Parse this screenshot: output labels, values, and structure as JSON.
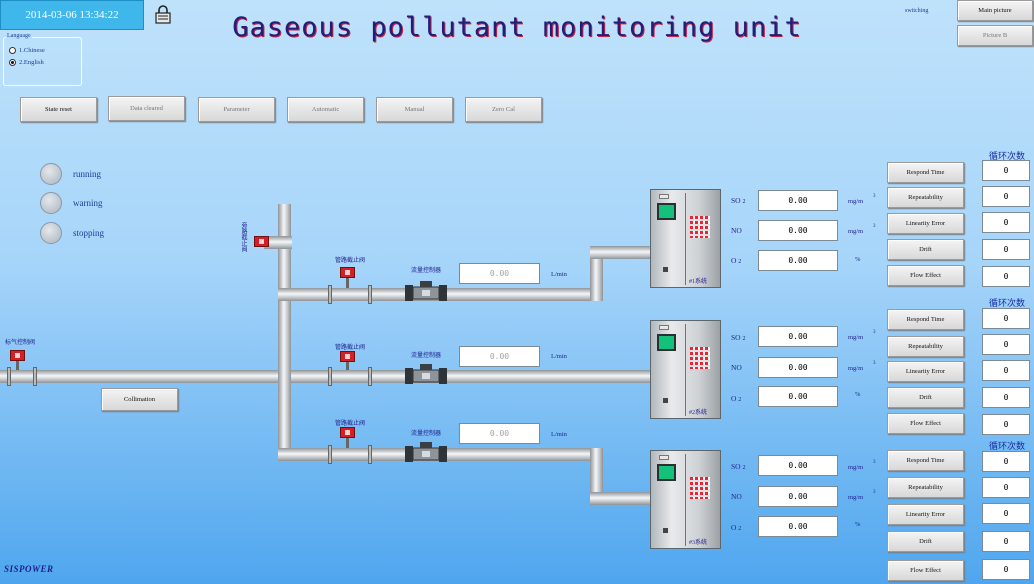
{
  "header": {
    "datetime": "2014-03-06 13:34:22",
    "title": "Gaseous pollutant monitoring unit",
    "switching_label": "switching",
    "main_picture_button": "Main picture",
    "picture_b_button": "Picture B"
  },
  "language": {
    "legend": "Language",
    "options": [
      "1.Chinese",
      "2.English"
    ],
    "selected": "2.English"
  },
  "toolbar": {
    "state_reset": "State reset",
    "data_cleared": "Data cleared",
    "parameter": "Parameter",
    "automatic": "Automatic",
    "manual": "Manual",
    "zero_cal": "Zero Cal"
  },
  "status": {
    "running": "running",
    "warning": "warning",
    "stopping": "stopping"
  },
  "piping": {
    "standard_gas_valve": "标气控制阀",
    "bypass_valve": "旁路截止阀",
    "pipe_valve": "管路截止阀",
    "flow_controller": "流量控制器",
    "collimation_button": "Collimation",
    "flows": [
      {
        "value": "0.00",
        "unit": "L/min"
      },
      {
        "value": "0.00",
        "unit": "L/min"
      },
      {
        "value": "0.00",
        "unit": "L/min"
      }
    ]
  },
  "systems": [
    {
      "label": "#1系统",
      "gases": [
        {
          "name": "SO",
          "sub": "2",
          "value": "0.00",
          "unit": "mg/m",
          "sup": "3"
        },
        {
          "name": "NO",
          "sub": "",
          "value": "0.00",
          "unit": "mg/m",
          "sup": "3"
        },
        {
          "name": "O",
          "sub": "2",
          "value": "0.00",
          "unit": "%",
          "sup": ""
        }
      ]
    },
    {
      "label": "#2系统",
      "gases": [
        {
          "name": "SO",
          "sub": "2",
          "value": "0.00",
          "unit": "mg/m",
          "sup": "3"
        },
        {
          "name": "NO",
          "sub": "",
          "value": "0.00",
          "unit": "mg/m",
          "sup": "3"
        },
        {
          "name": "O",
          "sub": "2",
          "value": "0.00",
          "unit": "%",
          "sup": ""
        }
      ]
    },
    {
      "label": "#3系统",
      "gases": [
        {
          "name": "SO",
          "sub": "2",
          "value": "0.00",
          "unit": "mg/m",
          "sup": "3"
        },
        {
          "name": "NO",
          "sub": "",
          "value": "0.00",
          "unit": "mg/m",
          "sup": "3"
        },
        {
          "name": "O",
          "sub": "2",
          "value": "0.00",
          "unit": "%",
          "sup": ""
        }
      ]
    }
  ],
  "cycle_groups": [
    {
      "title": "循环次数",
      "rows": [
        {
          "label": "Respond Time",
          "count": "0"
        },
        {
          "label": "Repeatability",
          "count": "0"
        },
        {
          "label": "Linearity Error",
          "count": "0"
        },
        {
          "label": "Drift",
          "count": "0"
        },
        {
          "label": "Flow Effect",
          "count": "0"
        }
      ]
    },
    {
      "title": "循环次数",
      "rows": [
        {
          "label": "Respond Time",
          "count": "0"
        },
        {
          "label": "Repeatability",
          "count": "0"
        },
        {
          "label": "Linearity Error",
          "count": "0"
        },
        {
          "label": "Drift",
          "count": "0"
        },
        {
          "label": "Flow Effect",
          "count": "0"
        }
      ]
    },
    {
      "title": "循环次数",
      "rows": [
        {
          "label": "Respond Time",
          "count": "0"
        },
        {
          "label": "Repeatability",
          "count": "0"
        },
        {
          "label": "Linearity Error",
          "count": "0"
        },
        {
          "label": "Drift",
          "count": "0"
        },
        {
          "label": "Flow Effect",
          "count": "0"
        }
      ]
    }
  ],
  "footer": {
    "logo": "SISPOWER"
  }
}
